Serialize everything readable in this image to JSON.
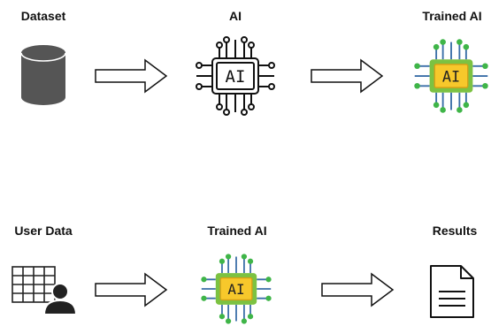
{
  "row1": {
    "label1": "Dataset",
    "label2": "AI",
    "label3": "Trained AI",
    "chip_plain_text": "AI",
    "chip_trained_text": "AI"
  },
  "row2": {
    "label1": "User Data",
    "label2": "Trained AI",
    "label3": "Results",
    "chip_trained_text": "AI"
  },
  "colors": {
    "database": "#555555",
    "arrow_stroke": "#111111",
    "chip_plain_stroke": "#111111",
    "chip_trained_body": "#7cc242",
    "chip_trained_core": "#f7c82b",
    "chip_trained_traces": "#3b6fa8",
    "chip_trained_nodes": "#3fb548",
    "document_stroke": "#111111"
  },
  "icons": [
    "database-icon",
    "arrow-right-icon",
    "ai-chip-icon",
    "trained-ai-chip-icon",
    "user-data-table-icon",
    "document-icon"
  ]
}
